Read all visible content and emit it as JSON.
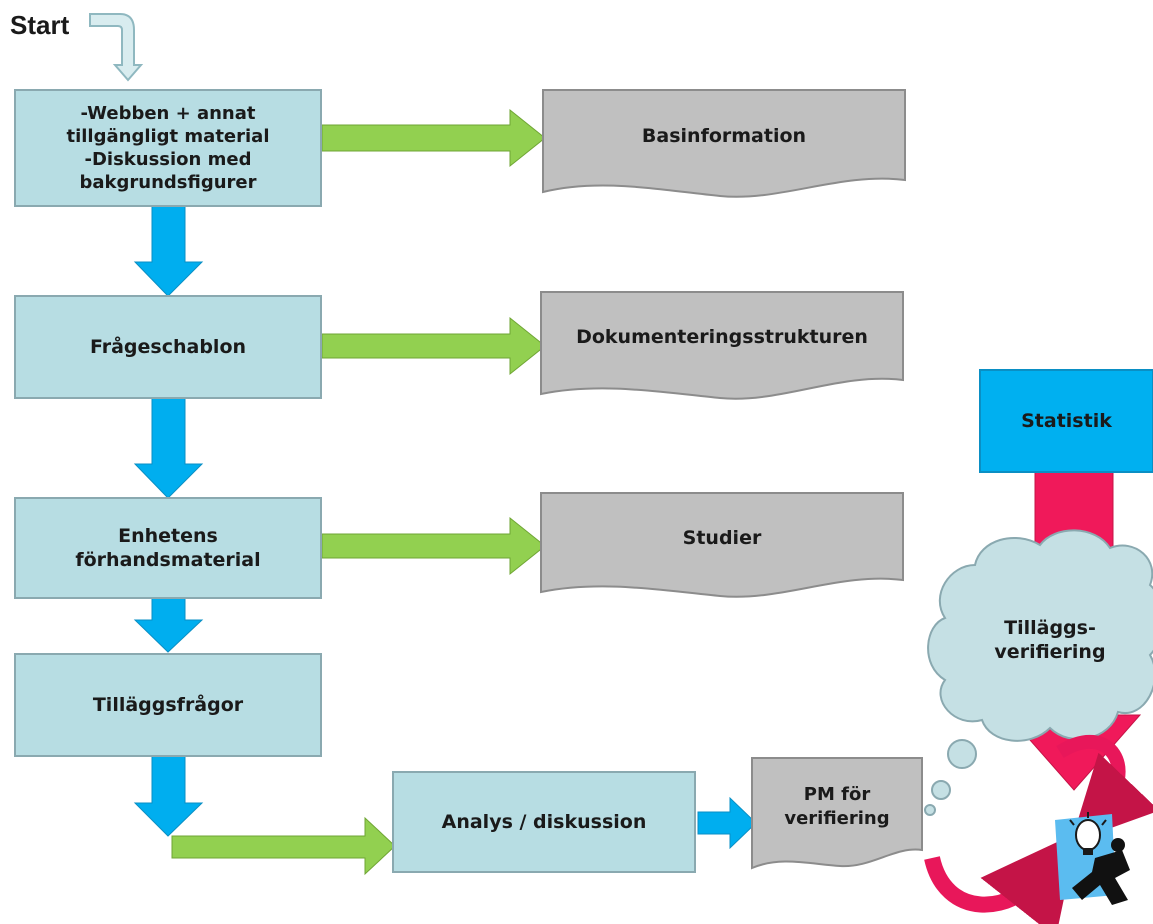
{
  "start_label": "Start",
  "main_flow": [
    {
      "id": "webben",
      "text": "-Webben + annat\ntillgängligt  material\n-Diskussion med\nbakgrundsfigurer"
    },
    {
      "id": "frageschablon",
      "text": "Frågeschablon"
    },
    {
      "id": "enhetens",
      "text": "Enhetens\nförhandsmaterial"
    },
    {
      "id": "tillaggsfragor",
      "text": "Tilläggsfrågor"
    },
    {
      "id": "analys",
      "text": "Analys / diskussion"
    }
  ],
  "documents": [
    {
      "id": "basinformation",
      "text": "Basinformation"
    },
    {
      "id": "dokumentering",
      "text": "Dokumenteringsstrukturen"
    },
    {
      "id": "studier",
      "text": "Studier"
    },
    {
      "id": "pm",
      "text": "PM för\nverifiering"
    }
  ],
  "statistik": {
    "text": "Statistik"
  },
  "cloud": {
    "text": "Tilläggs-\nverifiering"
  },
  "colors": {
    "process_fill": "#b7dde3",
    "process_stroke": "#8aa9b0",
    "document_fill": "#c0c0c0",
    "document_stroke": "#8c8c8c",
    "down_arrow": "#00aeef",
    "right_arrow": "#92d050",
    "statistik_fill": "#00b0f0",
    "pink_arrow": "#f0195a",
    "cloud_fill": "#c5e0e4"
  }
}
